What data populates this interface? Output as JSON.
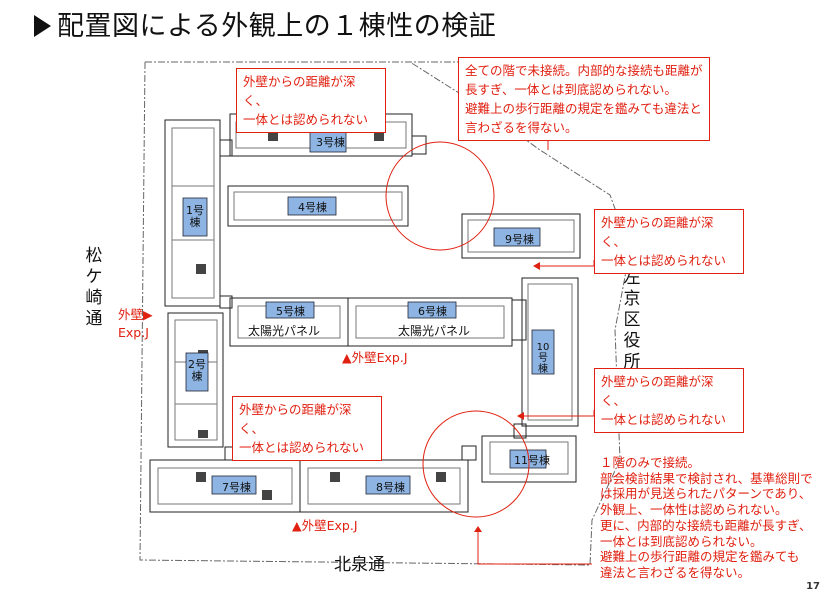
{
  "title": "配置図による外観上の１棟性の検証",
  "page_number": "17",
  "roads": {
    "left": [
      "松",
      "ケ",
      "崎",
      "通"
    ],
    "right": [
      "左",
      "京",
      "区",
      "役",
      "所"
    ],
    "bottom": "北泉通"
  },
  "buildings": [
    "1号棟",
    "2号棟",
    "3号棟",
    "4号棟",
    "5号棟",
    "6号棟",
    "7号棟",
    "8号棟",
    "9号棟",
    "10号棟",
    "11号棟"
  ],
  "solar_panel_label": "太陽光パネル",
  "expj_left": [
    "外壁▶",
    "Exp.J"
  ],
  "expj_labels": [
    "▲外壁Exp.J",
    "▲外壁Exp.J"
  ],
  "callouts": {
    "top_left": [
      "外壁からの距離が深く、",
      "一体とは認められない"
    ],
    "top_right": [
      "全ての階で未接続。内部的な接続も距離が",
      "長すぎ、一体とは到底認められない。",
      "避難上の歩行距離の規定を鑑みても違法と",
      "言わざるを得ない。"
    ],
    "right_upper": [
      "外壁からの距離が深く、",
      "一体とは認められない"
    ],
    "right_lower": [
      "外壁からの距離が深く、",
      "一体とは認められない"
    ],
    "middle_left": [
      "外壁からの距離が深く、",
      "一体とは認められない"
    ]
  },
  "note_lines": [
    "１階のみで接続。",
    "部会検討結果で検討され、基準総則で",
    "は採用が見送られたパターンであり、",
    "外観上、一体性は認められない。",
    "更に、内部的な接続も距離が長すぎ、",
    "一体とは到底認められない。",
    "避難上の歩行距離の規定を鑑みても",
    "違法と言わざるを得ない。"
  ],
  "colors": {
    "annotation": "#e02010",
    "building_label_fill": "#8db4e2",
    "line": "#333333"
  }
}
